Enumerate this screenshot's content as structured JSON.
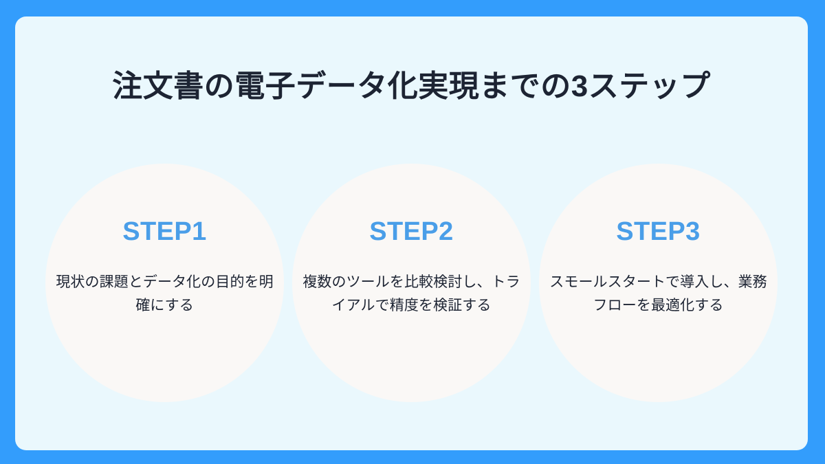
{
  "slide": {
    "title": "注文書の電子データ化実現までの3ステップ",
    "frame_color": "#339dfc",
    "panel_color": "#eaf8fd",
    "circle_color": "#faf8f6",
    "title_color": "#1d2433",
    "step_label_color": "#4a9ee8",
    "body_text_color": "#1d2433"
  },
  "steps": [
    {
      "label": "STEP1",
      "description": "現状の課題とデータ化の目的を明確にする"
    },
    {
      "label": "STEP2",
      "description": "複数のツールを比較検討し、トライアルで精度を検証する"
    },
    {
      "label": "STEP3",
      "description": "スモールスタートで導入し、業務フローを最適化する"
    }
  ]
}
